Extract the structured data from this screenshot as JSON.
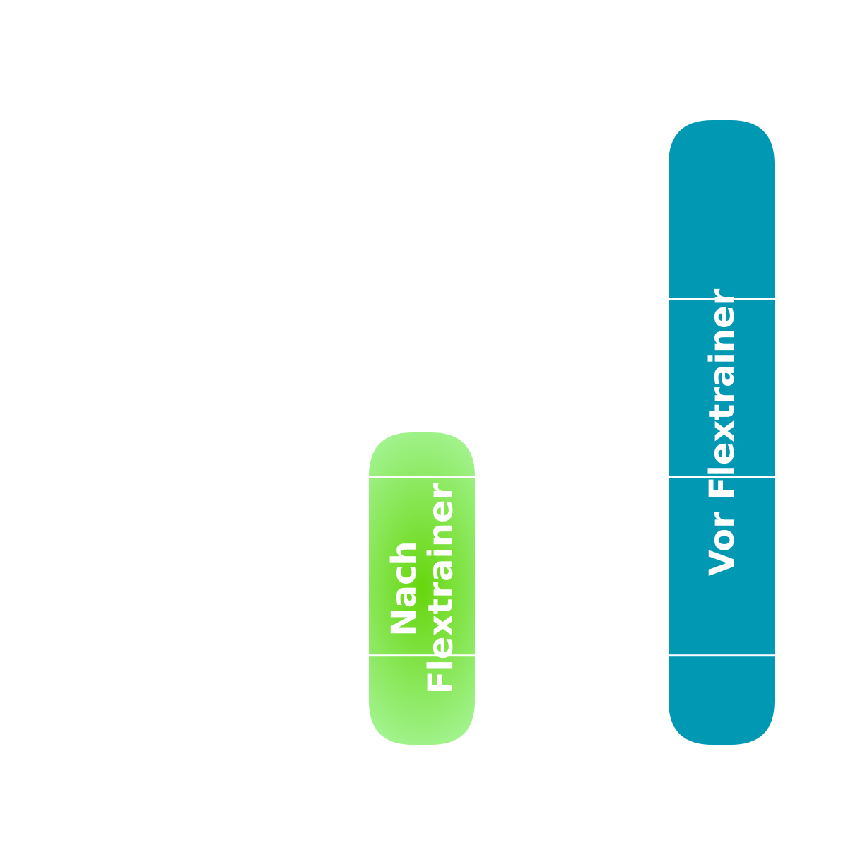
{
  "chart_data": {
    "type": "bar",
    "title": "",
    "xlabel": "",
    "ylabel": "",
    "categories": [
      "Nach Flextrainer",
      "Vor Flextrainer"
    ],
    "label_lines": [
      [
        "Nach",
        "Flextrainer"
      ],
      [
        "Vor Flextrainer"
      ]
    ],
    "values": [
      1.75,
      3.5
    ],
    "ylim": [
      0,
      3.5
    ],
    "gridlines": [
      0.5,
      1.5,
      2.5
    ],
    "grid": true,
    "colors": [
      "#7ee23a",
      "#0098b3"
    ],
    "gradient_light": "#aaf7a0",
    "gradient_dark": "#66d60c"
  }
}
